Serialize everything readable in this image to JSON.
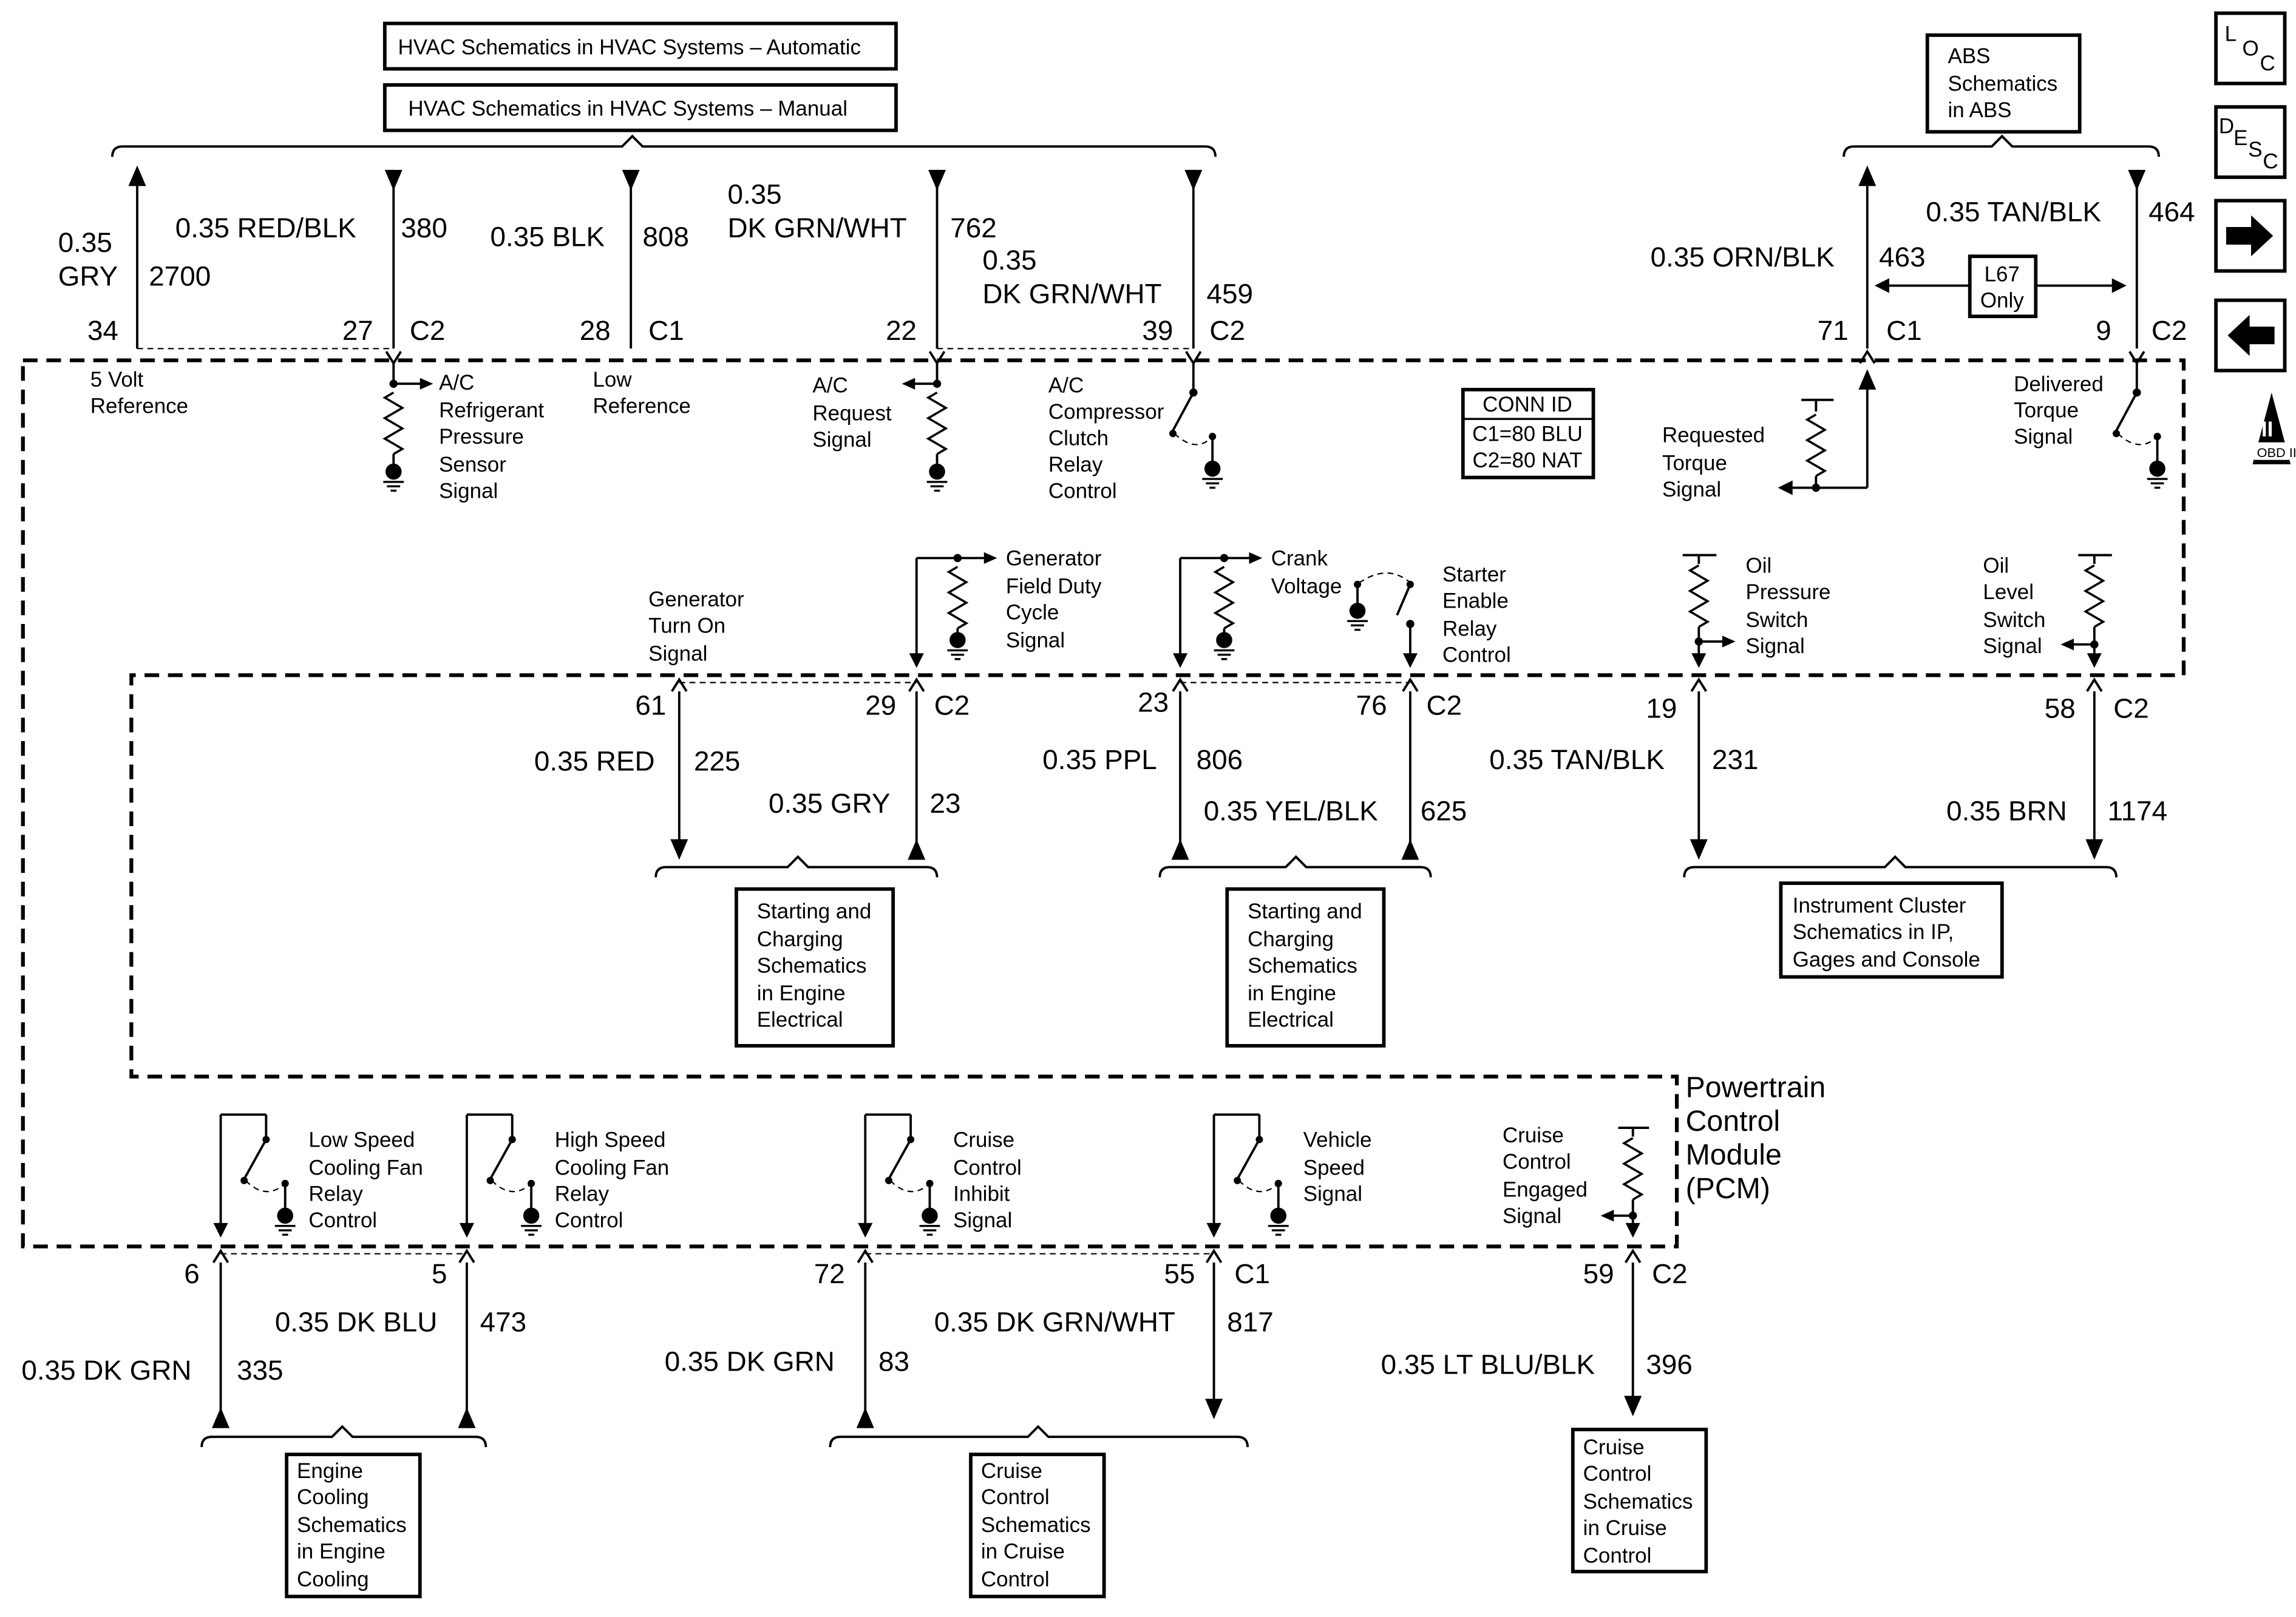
{
  "title": "",
  "nav_buttons": {
    "loc": {
      "letters": [
        "L",
        "O",
        "C"
      ]
    },
    "desc": {
      "letters": [
        "D",
        "E",
        "S",
        "C"
      ]
    },
    "next_icon": "right-arrow-icon",
    "prev_icon": "left-arrow-icon",
    "obd": {
      "roman": "II",
      "label": "OBD II"
    }
  },
  "references": {
    "hvac_auto": "HVAC Schematics in HVAC Systems – Automatic",
    "hvac_manual": "HVAC Schematics in HVAC Systems – Manual",
    "abs": [
      "ABS",
      "Schematics",
      "in ABS"
    ],
    "starting_charging_1": [
      "Starting and",
      "Charging",
      "Schematics",
      "in Engine",
      "Electrical"
    ],
    "starting_charging_2": [
      "Starting and",
      "Charging",
      "Schematics",
      "in Engine",
      "Electrical"
    ],
    "instrument_cluster": [
      "Instrument Cluster",
      "Schematics in IP,",
      "Gages and Console"
    ],
    "engine_cooling": [
      "Engine",
      "Cooling",
      "Schematics",
      "in Engine",
      "Cooling"
    ],
    "cruise_1": [
      "Cruise",
      "Control",
      "Schematics",
      "in Cruise",
      "Control"
    ],
    "cruise_2": [
      "Cruise",
      "Control",
      "Schematics",
      "in Cruise",
      "Control"
    ]
  },
  "l67_note": [
    "L67",
    "Only"
  ],
  "conn_id": {
    "title": "CONN ID",
    "c1": "C1=80 BLU",
    "c2": "C2=80 NAT"
  },
  "module": {
    "name": [
      "Powertrain",
      "Control",
      "Module",
      "(PCM)"
    ]
  },
  "circuits": {
    "c2700": {
      "gauge": "0.35",
      "color": "GRY",
      "circuit": "2700",
      "pin": "34",
      "connector": "",
      "label": [
        "5 Volt",
        "Reference"
      ]
    },
    "c380": {
      "wire": "0.35 RED/BLK",
      "circuit": "380",
      "pin": "27",
      "connector": "C2",
      "label": [
        "A/C",
        "Refrigerant",
        "Pressure",
        "Sensor",
        "Signal"
      ]
    },
    "c808": {
      "wire": "0.35 BLK",
      "circuit": "808",
      "pin": "28",
      "connector": "C1",
      "label": [
        "Low",
        "Reference"
      ]
    },
    "c762": {
      "gauge": "0.35",
      "color": "DK GRN/WHT",
      "circuit": "762",
      "pin": "22",
      "connector": "",
      "label": [
        "A/C",
        "Request",
        "Signal"
      ]
    },
    "c459": {
      "gauge": "0.35",
      "color": "DK GRN/WHT",
      "circuit": "459",
      "pin": "39",
      "connector": "C2",
      "label": [
        "A/C",
        "Compressor",
        "Clutch",
        "Relay",
        "Control"
      ]
    },
    "c463": {
      "wire": "0.35 ORN/BLK",
      "circuit": "463",
      "pin": "71",
      "connector": "C1",
      "label": [
        "Requested",
        "Torque",
        "Signal"
      ]
    },
    "c464": {
      "wire": "0.35 TAN/BLK",
      "circuit": "464",
      "pin": "9",
      "connector": "C2",
      "label": [
        "Delivered",
        "Torque",
        "Signal"
      ]
    },
    "c225": {
      "wire": "0.35 RED",
      "circuit": "225",
      "pin": "61",
      "connector": "",
      "label": [
        "Generator",
        "Turn On",
        "Signal"
      ]
    },
    "c23": {
      "wire": "0.35 GRY",
      "circuit": "23",
      "pin": "29",
      "connector": "C2",
      "label": [
        "Generator",
        "Field Duty",
        "Cycle",
        "Signal"
      ]
    },
    "c806": {
      "wire": "0.35 PPL",
      "circuit": "806",
      "pin": "23",
      "connector": "",
      "label": [
        "Crank",
        "Voltage"
      ]
    },
    "c625": {
      "wire": "0.35 YEL/BLK",
      "circuit": "625",
      "pin": "76",
      "connector": "C2",
      "label": [
        "Starter",
        "Enable",
        "Relay",
        "Control"
      ]
    },
    "c231": {
      "wire": "0.35 TAN/BLK",
      "circuit": "231",
      "pin": "19",
      "connector": "",
      "label": [
        "Oil",
        "Pressure",
        "Switch",
        "Signal"
      ]
    },
    "c1174": {
      "wire": "0.35 BRN",
      "circuit": "1174",
      "pin": "58",
      "connector": "C2",
      "label": [
        "Oil",
        "Level",
        "Switch",
        "Signal"
      ]
    },
    "c335": {
      "wire": "0.35 DK GRN",
      "circuit": "335",
      "pin": "6",
      "connector": "",
      "label": [
        "Low Speed",
        "Cooling Fan",
        "Relay",
        "Control"
      ]
    },
    "c473": {
      "wire": "0.35 DK BLU",
      "circuit": "473",
      "pin": "5",
      "connector": "",
      "label": [
        "High Speed",
        "Cooling Fan",
        "Relay",
        "Control"
      ]
    },
    "c83": {
      "wire": "0.35 DK GRN",
      "circuit": "83",
      "pin": "72",
      "connector": "",
      "label": [
        "Cruise",
        "Control",
        "Inhibit",
        "Signal"
      ]
    },
    "c817": {
      "wire": "0.35 DK GRN/WHT",
      "circuit": "817",
      "pin": "55",
      "connector": "C1",
      "label": [
        "Vehicle",
        "Speed",
        "Signal"
      ]
    },
    "c396": {
      "wire": "0.35 LT BLU/BLK",
      "circuit": "396",
      "pin": "59",
      "connector": "C2",
      "label": [
        "Cruise",
        "Control",
        "Engaged",
        "Signal"
      ]
    }
  }
}
